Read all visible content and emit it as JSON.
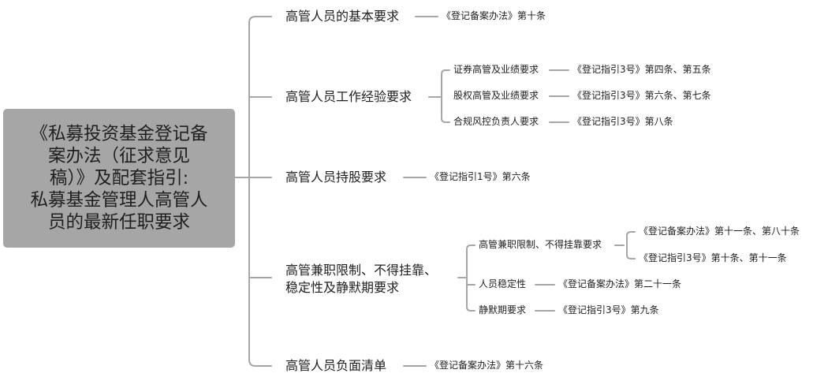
{
  "root": {
    "lines": [
      "《私募投资基金登记备",
      "案办法（征求意见",
      "稿）》及配套指引:",
      "私募基金管理人高管人",
      "员的最新任职要求"
    ]
  },
  "branches": [
    {
      "label": "高管人员的基本要求",
      "ref": "《登记备案办法》第十条"
    },
    {
      "label": "高管人员工作经验要求",
      "children": [
        {
          "label": "证券高管及业绩要求",
          "ref": "《登记指引3号》第四条、第五条"
        },
        {
          "label": "股权高管及业绩要求",
          "ref": "《登记指引3号》第六条、第七条"
        },
        {
          "label": "合规风控负责人要求",
          "ref": "《登记指引3号》第八条"
        }
      ]
    },
    {
      "label": "高管人员持股要求",
      "ref": "《登记指引1号》第六条"
    },
    {
      "label_lines": [
        "高管兼职限制、不得挂靠、",
        "稳定性及静默期要求"
      ],
      "children": [
        {
          "label": "高管兼职限制、不得挂靠要求",
          "refs": [
            "《登记备案办法》第十一条、第八十条",
            "《登记指引3号》第十条、第十一条"
          ]
        },
        {
          "label": "人员稳定性",
          "ref": "《登记备案办法》第二十一条"
        },
        {
          "label": "静默期要求",
          "ref": "《登记指引3号》第九条"
        }
      ]
    },
    {
      "label": "高管人员负面清单",
      "ref": "《登记备案办法》第十六条"
    }
  ],
  "colors": {
    "line": "#a6a6a6",
    "root_fill": "#a6a6a6",
    "text": "#1f1f1f"
  }
}
